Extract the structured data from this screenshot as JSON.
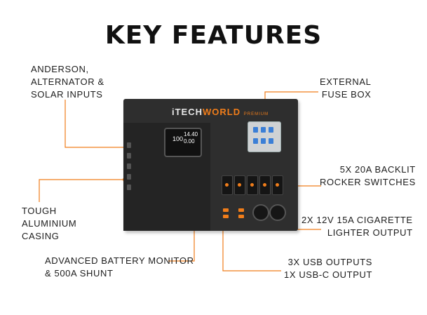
{
  "title": "KEY FEATURES",
  "product": {
    "brand_prefix": "iTECH",
    "brand_name": "WORLD",
    "brand_suffix": "PREMIUM",
    "monitor_value_1": "100",
    "monitor_value_2": "14.40",
    "monitor_value_3": "0.00"
  },
  "callouts": {
    "anderson": [
      "ANDERSON,",
      "ALTERNATOR &",
      "SOLAR INPUTS"
    ],
    "fuse": [
      "EXTERNAL",
      "FUSE BOX"
    ],
    "rocker": [
      "5X 20A BACKLIT",
      "ROCKER SWITCHES"
    ],
    "casing": [
      "TOUGH",
      "ALUMINIUM",
      "CASING"
    ],
    "cigarette": [
      "2X 12V 15A CIGARETTE",
      "LIGHTER OUTPUT"
    ],
    "battery": [
      "ADVANCED BATTERY MONITOR",
      "& 500A SHUNT"
    ],
    "usb": [
      "3X USB OUTPUTS",
      "1X USB-C OUTPUT"
    ]
  },
  "colors": {
    "accent": "#f07d1a",
    "panel": "#2e2e2e",
    "text": "#1c1c1c"
  }
}
